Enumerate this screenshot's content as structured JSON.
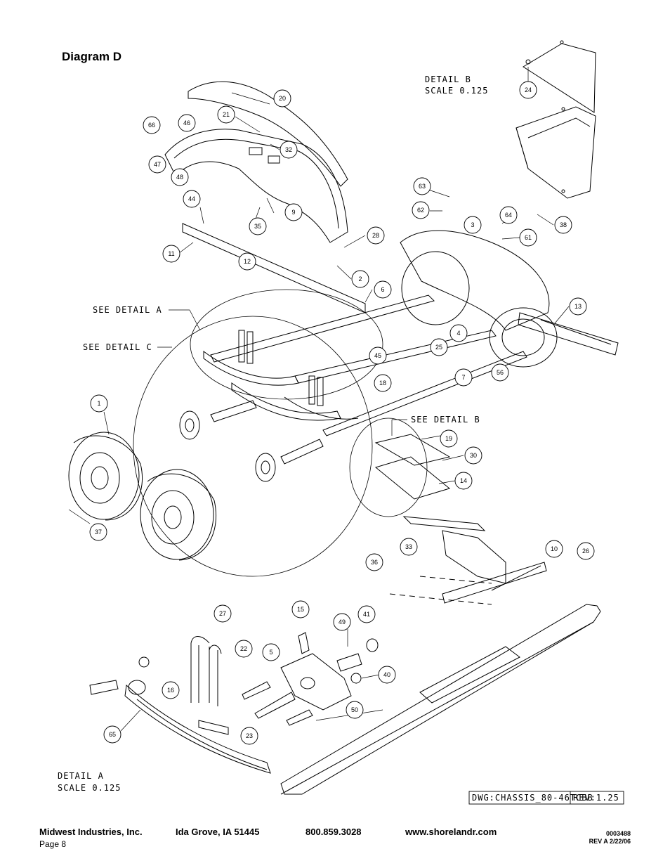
{
  "page": {
    "title": "Diagram D"
  },
  "drawing": {
    "detail_b_label": "DETAIL  B",
    "detail_b_scale": "SCALE  0.125",
    "detail_a_label": "DETAIL  A",
    "detail_a_scale": "SCALE  0.125",
    "see_detail_a": "SEE DETAIL  A",
    "see_detail_c": "SEE DETAIL  C",
    "see_detail_b": "SEE DETAIL  B",
    "dwg_name": "DWG:CHASSIS_80-46TCBB",
    "rev": "REV:1.25",
    "callouts": [
      {
        "id": "c20",
        "num": "20"
      },
      {
        "id": "c21",
        "num": "21"
      },
      {
        "id": "c32",
        "num": "32"
      },
      {
        "id": "c66",
        "num": "66"
      },
      {
        "id": "c46",
        "num": "46"
      },
      {
        "id": "c47",
        "num": "47"
      },
      {
        "id": "c48",
        "num": "48"
      },
      {
        "id": "c44",
        "num": "44"
      },
      {
        "id": "c9",
        "num": "9"
      },
      {
        "id": "c35",
        "num": "35"
      },
      {
        "id": "c11",
        "num": "11"
      },
      {
        "id": "c12",
        "num": "12"
      },
      {
        "id": "c28",
        "num": "28"
      },
      {
        "id": "c2",
        "num": "2"
      },
      {
        "id": "c6",
        "num": "6"
      },
      {
        "id": "c24",
        "num": "24"
      },
      {
        "id": "c63",
        "num": "63"
      },
      {
        "id": "c62",
        "num": "62"
      },
      {
        "id": "c3",
        "num": "3"
      },
      {
        "id": "c64",
        "num": "64"
      },
      {
        "id": "c38",
        "num": "38"
      },
      {
        "id": "c61",
        "num": "61"
      },
      {
        "id": "c13",
        "num": "13"
      },
      {
        "id": "c4",
        "num": "4"
      },
      {
        "id": "c45",
        "num": "45"
      },
      {
        "id": "c25",
        "num": "25"
      },
      {
        "id": "c56",
        "num": "56"
      },
      {
        "id": "c18",
        "num": "18"
      },
      {
        "id": "c7",
        "num": "7"
      },
      {
        "id": "c1",
        "num": "1"
      },
      {
        "id": "c19",
        "num": "19"
      },
      {
        "id": "c30",
        "num": "30"
      },
      {
        "id": "c14",
        "num": "14"
      },
      {
        "id": "c37",
        "num": "37"
      },
      {
        "id": "c33",
        "num": "33"
      },
      {
        "id": "c10",
        "num": "10"
      },
      {
        "id": "c26",
        "num": "26"
      },
      {
        "id": "c36",
        "num": "36"
      },
      {
        "id": "c27",
        "num": "27"
      },
      {
        "id": "c15",
        "num": "15"
      },
      {
        "id": "c49",
        "num": "49"
      },
      {
        "id": "c41",
        "num": "41"
      },
      {
        "id": "c22",
        "num": "22"
      },
      {
        "id": "c5",
        "num": "5"
      },
      {
        "id": "c40",
        "num": "40"
      },
      {
        "id": "c16",
        "num": "16"
      },
      {
        "id": "c50",
        "num": "50"
      },
      {
        "id": "c65",
        "num": "65"
      },
      {
        "id": "c23",
        "num": "23"
      }
    ]
  },
  "footer": {
    "company": "Midwest Industries, Inc.",
    "city": "Ida Grove, IA  51445",
    "phone": "800.859.3028",
    "website": "www.shorelandr.com",
    "page_label": "Page 8",
    "doc_number": "0003488",
    "revision": "REV A  2/22/06"
  }
}
